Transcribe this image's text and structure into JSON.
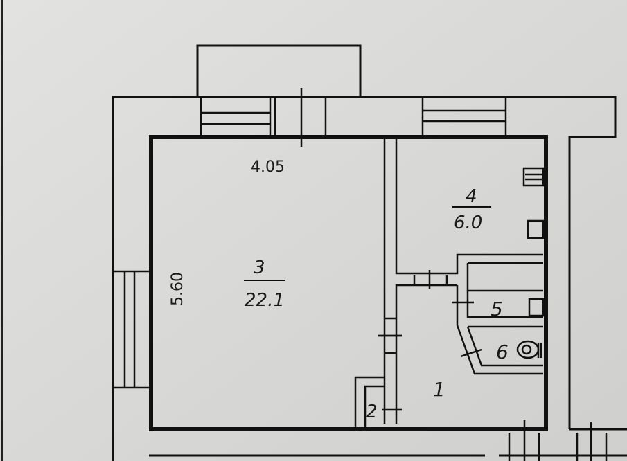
{
  "plan": {
    "dimensions": {
      "width": "4.05",
      "height": "5.60"
    },
    "rooms": [
      {
        "number": "1"
      },
      {
        "number": "2"
      },
      {
        "number": "3",
        "area": "22.1"
      },
      {
        "number": "4",
        "area": "6.0"
      },
      {
        "number": "5"
      },
      {
        "number": "6"
      }
    ]
  },
  "colors": {
    "paper": "#d9d9d7",
    "ink": "#111111"
  }
}
